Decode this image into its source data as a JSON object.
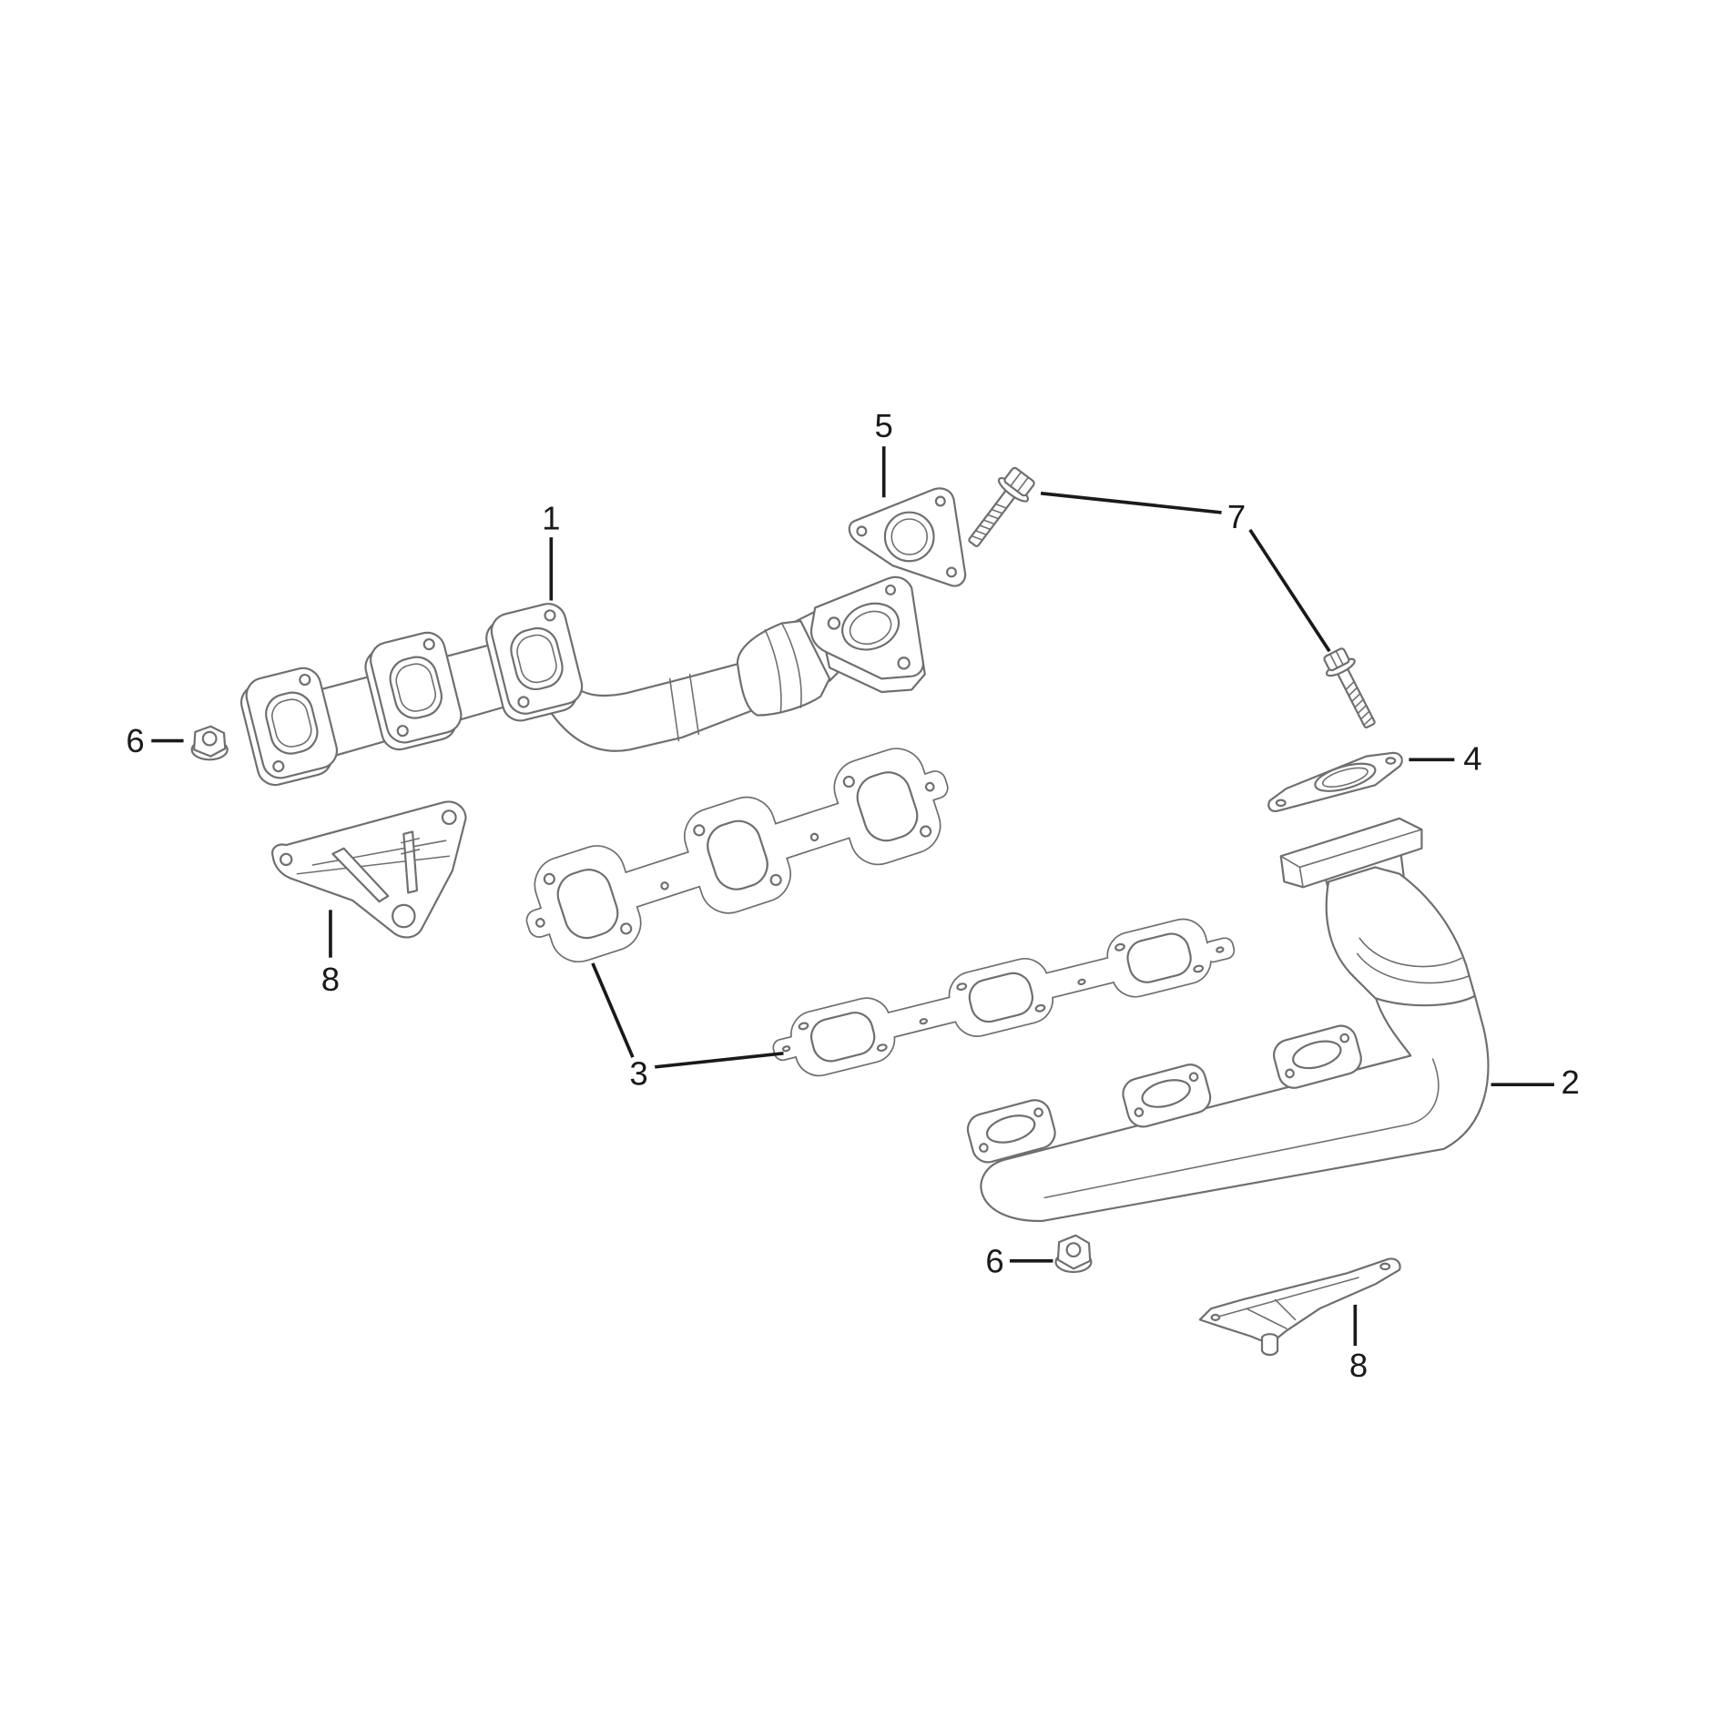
{
  "callouts": [
    "1",
    "2",
    "3",
    "4",
    "5",
    "6",
    "6",
    "7",
    "8",
    "8"
  ],
  "colors": {
    "line_art": "#6f6f6f",
    "leader": "#1a1a1a",
    "background": "#ffffff"
  }
}
